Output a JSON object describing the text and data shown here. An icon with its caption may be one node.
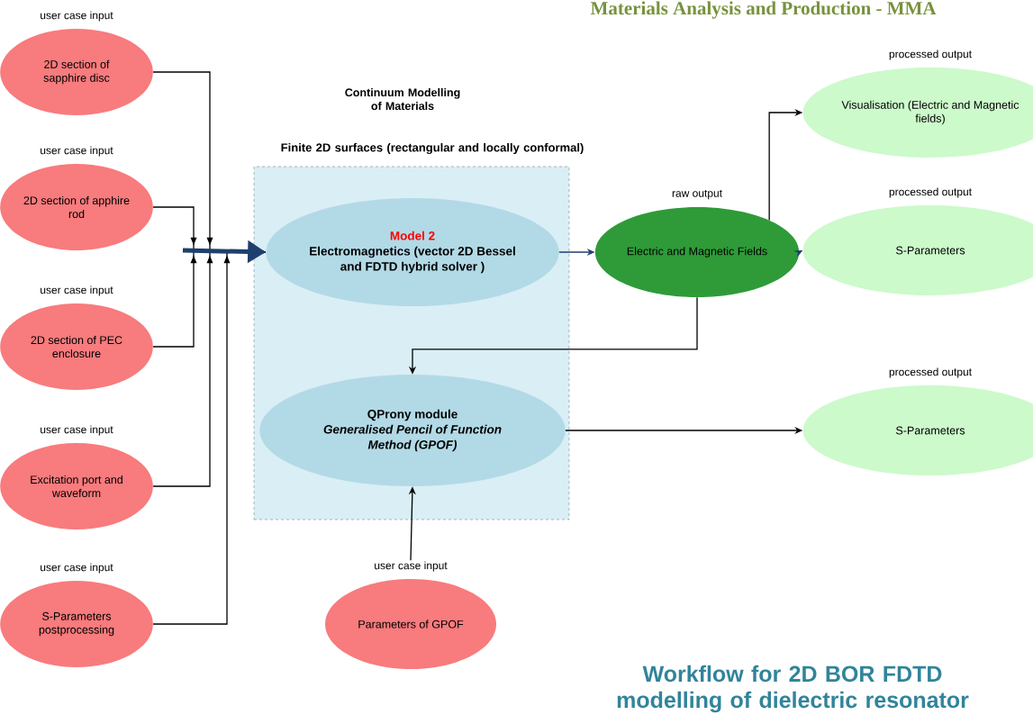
{
  "diagram": {
    "title": "Workflow for 2D BOR FDTD modelling of dielectric resonator",
    "nodes": [
      {
        "text": [
          "2D section of sapphire disc"
        ],
        "beside": [
          "user case input"
        ]
      },
      {
        "text": [
          "2D section of apphire rod"
        ],
        "beside": [
          "user case input"
        ]
      },
      {
        "text": [
          "2D section of PEC enclosure"
        ],
        "beside": [
          "user case input"
        ]
      },
      {
        "text": [
          "Excitation port and waveform"
        ],
        "beside": [
          "user case input"
        ]
      },
      {
        "text": [
          "S-Parameters postprocessing"
        ],
        "beside": [
          "user case input"
        ]
      },
      {
        "text": [
          "Finite 2D surfaces (rectangular and locally conformal)"
        ]
      },
      {
        "text": [
          "Model 2",
          "Electromagnetics (vector 2D Bessel and FDTD hybrid solver )"
        ],
        "in": 5
      },
      {
        "text": [
          "QProny module",
          "Generalised Pencil of Function Method (GPOF)"
        ],
        "in": 5
      },
      {
        "text": [
          "Parameters of GPOF"
        ],
        "beside": [
          "user case input"
        ]
      },
      {
        "text": [
          "Electric and Magnetic Fields"
        ],
        "beside": [
          "raw output"
        ]
      },
      {
        "text": [
          "Visualisation (Electric and Magnetic fields)"
        ],
        "beside": [
          "processed output"
        ]
      },
      {
        "text": [
          "S-Parameters"
        ],
        "beside": [
          "processed output"
        ]
      },
      {
        "text": [
          "S-Parameters"
        ],
        "beside": [
          "processed output"
        ]
      }
    ],
    "edges": [
      {
        "from": 0,
        "to": 6,
        "arrow": "to"
      },
      {
        "from": 1,
        "to": 6,
        "arrow": "to"
      },
      {
        "from": 2,
        "to": 6,
        "arrow": "to"
      },
      {
        "from": 3,
        "to": 6,
        "arrow": "to"
      },
      {
        "from": 4,
        "to": 6,
        "arrow": "to"
      },
      {
        "from": 6,
        "to": 9,
        "arrow": "to",
        "color": "#1f3f6e"
      },
      {
        "from": 9,
        "to": 10,
        "arrow": "to"
      },
      {
        "from": 9,
        "to": 11,
        "arrow": "to",
        "color": "#1f3f6e"
      },
      {
        "from": 9,
        "to": 7,
        "arrow": "to"
      },
      {
        "from": 7,
        "to": 12,
        "arrow": "to"
      },
      {
        "from": 8,
        "to": 7,
        "arrow": "to"
      }
    ],
    "labels": [
      "Materials Analysis and Production - MMA",
      "Continuum Modelling of Materials"
    ]
  }
}
